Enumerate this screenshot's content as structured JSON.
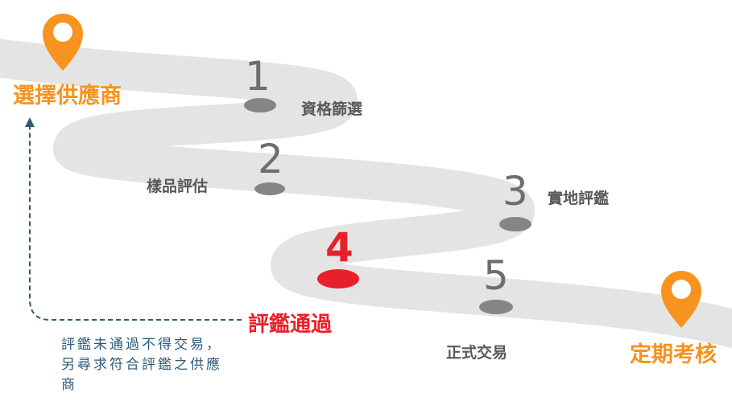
{
  "diagram": {
    "start": {
      "label": "選擇供應商"
    },
    "end": {
      "label": "定期考核"
    },
    "steps": [
      {
        "number": "1",
        "label": "資格篩選"
      },
      {
        "number": "2",
        "label": "樣品評估"
      },
      {
        "number": "3",
        "label": "實地評鑑"
      },
      {
        "number": "4",
        "label": "評鑑通過",
        "highlight": true
      },
      {
        "number": "5",
        "label": "正式交易"
      }
    ],
    "note": "評鑑未通過不得交易，另尋求符合評鑑之供應商",
    "colors": {
      "road": "#e4e4e4",
      "marker": "#858585",
      "highlight": "#e8202a",
      "accent": "#f7931e",
      "step_text": "#595959",
      "number_text": "#6e6e6e",
      "note_text": "#2e5a7a",
      "arrow": "#2e5a7a"
    },
    "icons": {
      "start_pin": "map-pin-icon",
      "end_pin": "map-pin-icon"
    }
  }
}
